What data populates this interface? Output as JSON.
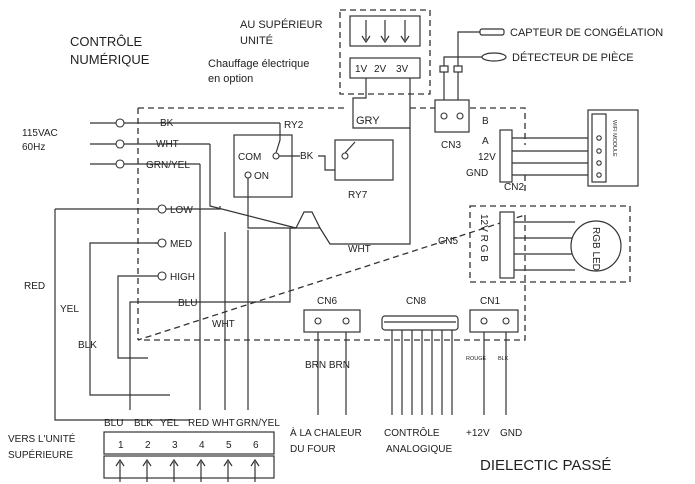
{
  "title_line1": "CONTRÔLE",
  "title_line2": "NUMÉRIQUE",
  "top_unit": {
    "line1": "AU SUPÉRIEUR",
    "line2": "UNITÉ",
    "line3": "Chauffage électrique",
    "line4": "en option",
    "voltages": [
      "1V",
      "2V",
      "3V"
    ],
    "gry": "GRY"
  },
  "sensors": {
    "freeze": "CAPTEUR DE CONGÉLATION",
    "room": "DÉTECTEUR DE PIÈCE"
  },
  "power": {
    "line1": "115VAC",
    "line2": "60Hz"
  },
  "wires": {
    "bk": "BK",
    "wht": "WHT",
    "grn_yel": "GRN/YEL",
    "low": "LOW",
    "med": "MED",
    "high": "HIGH",
    "blu": "BLU",
    "wht2": "WHT",
    "wht3": "WHT",
    "bk2": "BK",
    "red": "RED",
    "yel": "YEL",
    "blk": "BLK"
  },
  "relays": {
    "ry2": "RY2",
    "com": "COM",
    "on": "ON",
    "ry7": "RY7"
  },
  "cn3": {
    "label": "CN3",
    "b": "B",
    "a": "A",
    "v12": "12V",
    "gnd": "GND"
  },
  "cn2": {
    "label": "CN2"
  },
  "cn5": {
    "label": "CN5",
    "pins": "12V R G B"
  },
  "module1_text": "WIFI MODULE",
  "led_text": "RGB LED",
  "cn6": {
    "label": "CN6",
    "wires": "BRN BRN",
    "caption1": "À LA CHALEUR",
    "caption2": "DU FOUR"
  },
  "cn8": {
    "label": "CN8",
    "caption1": "CONTRÔLE",
    "caption2": "ANALOGIQUE"
  },
  "cn1": {
    "label": "CN1",
    "rouge": "ROUGE",
    "blk": "BLK",
    "v12": "+12V",
    "gnd": "GND"
  },
  "bottom": {
    "line1": "VERS L'UNITÉ",
    "line2": "SUPÉRIEURE",
    "wire_labels": [
      "BLU",
      "BLK",
      "YEL",
      "RED",
      "WHT",
      "GRN/YEL"
    ],
    "terminals": [
      "1",
      "2",
      "3",
      "4",
      "5",
      "6"
    ]
  },
  "footer": "DIELECTIC PASSÉ"
}
